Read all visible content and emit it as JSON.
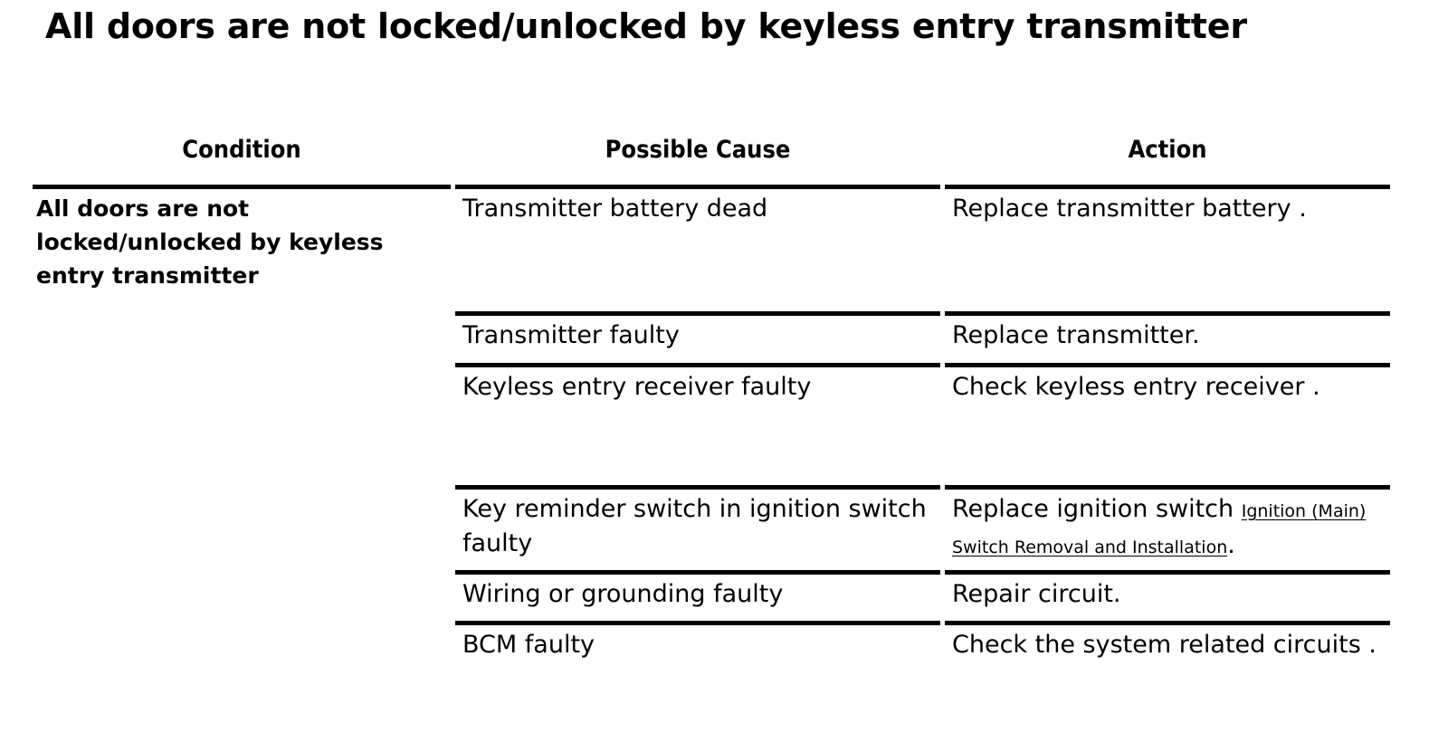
{
  "document": {
    "title": "All doors are not locked/unlocked by keyless entry transmitter"
  },
  "table": {
    "headers": {
      "condition": "Condition",
      "possible_cause": "Possible Cause",
      "action": "Action"
    },
    "condition_cell": "All doors are not locked/unlocked by keyless entry transmitter",
    "rows": [
      {
        "cause": "Transmitter battery dead",
        "action_text": "Replace transmitter battery ",
        "action_link": "",
        "action_tail": "."
      },
      {
        "cause": "Transmitter faulty",
        "action_text": "Replace transmitter.",
        "action_link": "",
        "action_tail": ""
      },
      {
        "cause": "Keyless entry receiver faulty",
        "action_text": "Check keyless entry receiver ",
        "action_link": "",
        "action_tail": "."
      },
      {
        "cause": "Key reminder switch in ignition switch faulty",
        "action_text": "Replace ignition switch ",
        "action_link": "Ignition (Main) Switch Removal and Installation",
        "action_tail": "."
      },
      {
        "cause": "Wiring or grounding faulty",
        "action_text": "Repair circuit.",
        "action_link": "",
        "action_tail": ""
      },
      {
        "cause": "BCM faulty",
        "action_text": "Check the system related circuits ",
        "action_link": "",
        "action_tail": "."
      }
    ]
  },
  "colors": {
    "text": "#000000",
    "background": "#ffffff",
    "rule": "#000000"
  }
}
